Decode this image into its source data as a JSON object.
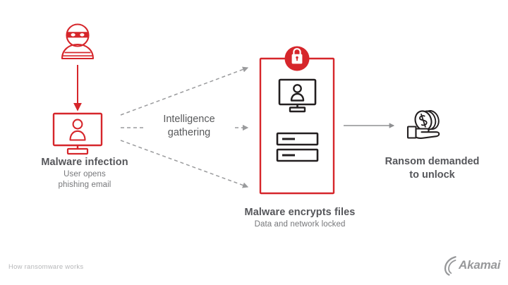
{
  "diagram": {
    "caption": "How ransomware works",
    "brand": "Akamai",
    "colors": {
      "red": "#d6262b",
      "red_light": "#e0575c",
      "gray_dark": "#55565a",
      "gray_mid": "#76777a",
      "gray_arrow": "#9a9b9d",
      "black": "#231f20",
      "footer_gray": "#b6b7b9"
    },
    "nodes": [
      {
        "id": "attacker",
        "icon": "hacker-icon",
        "title": "",
        "subtitle": ""
      },
      {
        "id": "malware-infection",
        "icon": "infected-computer-icon",
        "title": "Malware infection",
        "subtitle_line1": "User opens",
        "subtitle_line2": "phishing email"
      },
      {
        "id": "malware-encrypts",
        "icon": "locked-assets-icon",
        "title": "Malware encrypts files",
        "subtitle_line1": "Data and network locked",
        "subtitle_line2": ""
      },
      {
        "id": "ransom",
        "icon": "hand-with-coins-icon",
        "title_line1": "Ransom demanded",
        "title_line2": "to unlock"
      }
    ],
    "connectors": [
      {
        "id": "attacker-to-victim",
        "style": "solid",
        "color": "#d6262b",
        "label": ""
      },
      {
        "id": "intel-up",
        "style": "dashed",
        "color": "#9a9b9d",
        "label": ""
      },
      {
        "id": "intel-middle",
        "style": "dashed",
        "color": "#9a9b9d",
        "label": ""
      },
      {
        "id": "intel-down",
        "style": "dashed",
        "color": "#9a9b9d",
        "label": ""
      },
      {
        "id": "encrypt-to-ransom",
        "style": "solid",
        "color": "#9a9b9d",
        "label": ""
      }
    ],
    "intelligence": {
      "line1": "Intelligence",
      "line2": "gathering"
    }
  }
}
